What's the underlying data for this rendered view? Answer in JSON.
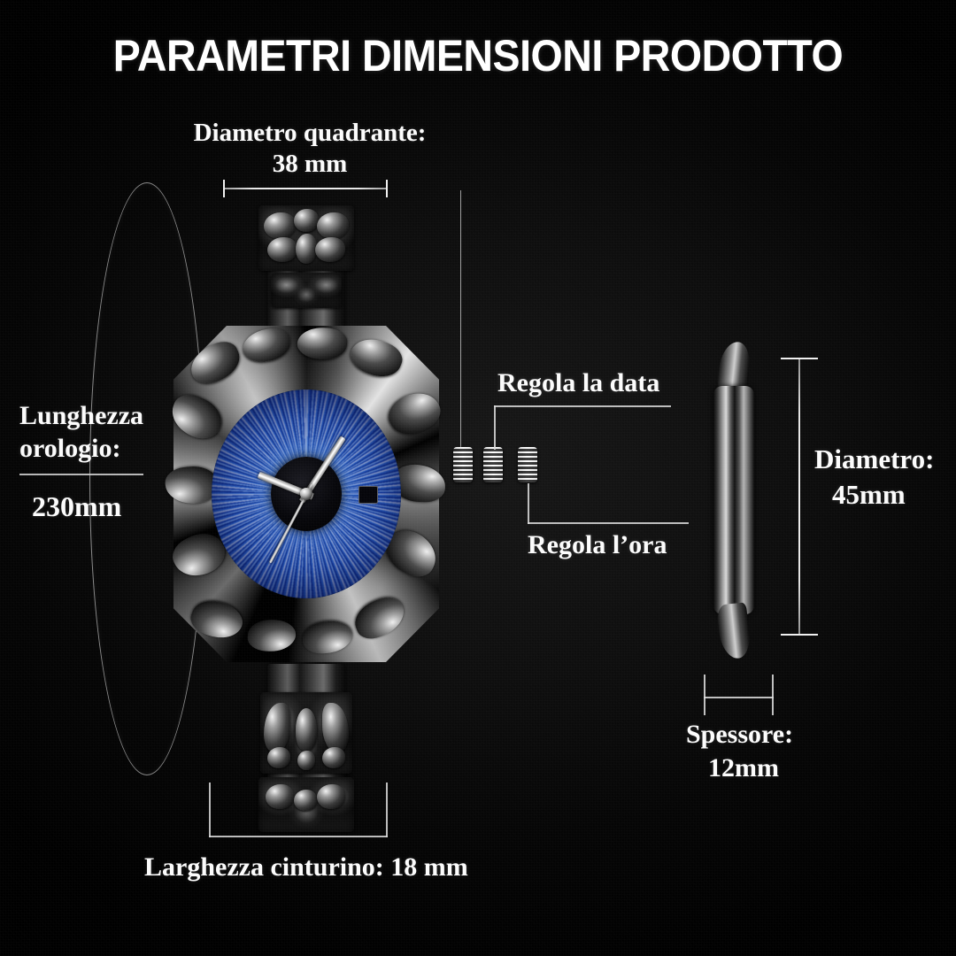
{
  "title": "PARAMETRI DIMENSIONI PRODOTTO",
  "background_color": "#000000",
  "accent_color": "#2f6fd6",
  "line_color": "#e8e8e8",
  "text_color": "#fcfcfc",
  "labels": {
    "dial_diameter": {
      "name": "Diametro quadrante:",
      "value": "38 mm",
      "full": "Diametro quadrante: 38 mm"
    },
    "watch_length": {
      "name": "Lunghezza",
      "name2": "orologio:",
      "value": "230mm"
    },
    "set_date": {
      "text": "Regola la data"
    },
    "set_time": {
      "text": "Regola l’ora"
    },
    "case_diameter": {
      "name": "Diametro:",
      "value": "45mm"
    },
    "thickness": {
      "name": "Spessore:",
      "value": "12mm"
    },
    "strap_width": {
      "text": "Larghezza cinturino: 18 mm"
    }
  },
  "specs": [
    {
      "key": "dial_diameter",
      "label": "Diametro quadrante",
      "value": 38,
      "unit": "mm"
    },
    {
      "key": "watch_length",
      "label": "Lunghezza orologio",
      "value": 230,
      "unit": "mm"
    },
    {
      "key": "case_diameter",
      "label": "Diametro",
      "value": 45,
      "unit": "mm"
    },
    {
      "key": "thickness",
      "label": "Spessore",
      "value": 12,
      "unit": "mm"
    },
    {
      "key": "strap_width",
      "label": "Larghezza cinturino",
      "value": 18,
      "unit": "mm"
    }
  ],
  "product": {
    "type": "wristwatch",
    "dial_design": "blue eye / iris",
    "case_color": "gunmetal black",
    "views": [
      "front",
      "side-profile"
    ],
    "crowns": [
      "date-crown",
      "time-crown"
    ]
  },
  "icons": {
    "dial_dimension_line": "horizontal-dimension-line",
    "length_ellipse": "ellipse-outline",
    "side_dimension_line": "vertical-dimension-line",
    "thickness_bracket": "bracket-dimension",
    "strap_bracket": "bracket-dimension"
  }
}
